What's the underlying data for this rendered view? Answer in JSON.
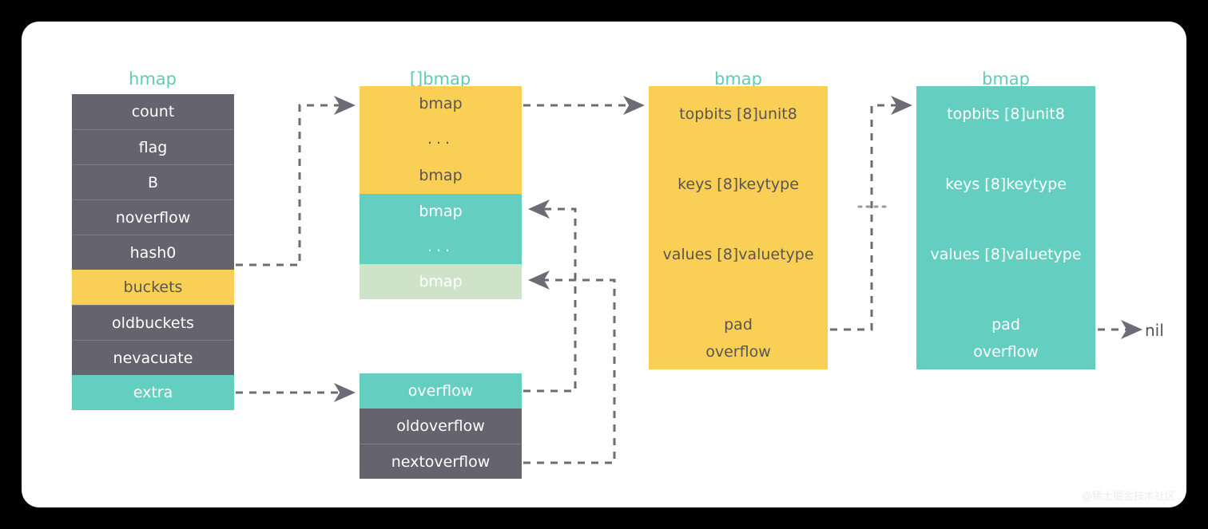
{
  "diagram": {
    "title_hmap": "hmap",
    "title_bmaparr": "[]bmap",
    "title_bmap1": "bmap",
    "title_bmap2": "bmap",
    "nil_label": "nil",
    "watermark": "@稀土掘金技术社区",
    "ellipsis": "...",
    "colors": {
      "gray": "#65636E",
      "yellow": "#FACF55",
      "teal": "#64CEC1",
      "light_green": "#CFE3C8",
      "label_teal": "#5ECCB8",
      "wire": "#6d6b75",
      "card_bg": "#FFFFFF",
      "page_bg": "#000000"
    },
    "hmap_fields": [
      {
        "label": "count",
        "color": "gray"
      },
      {
        "label": "flag",
        "color": "gray"
      },
      {
        "label": "B",
        "color": "gray"
      },
      {
        "label": "noverflow",
        "color": "gray"
      },
      {
        "label": "hash0",
        "color": "gray"
      },
      {
        "label": "buckets",
        "color": "yellow"
      },
      {
        "label": "oldbuckets",
        "color": "gray"
      },
      {
        "label": "nevacuate",
        "color": "gray"
      },
      {
        "label": "extra",
        "color": "teal"
      }
    ],
    "bmap_array": [
      {
        "label": "bmap",
        "color": "yellow"
      },
      {
        "label": "...",
        "color": "yellow"
      },
      {
        "label": "bmap",
        "color": "yellow"
      },
      {
        "label": "bmap",
        "color": "teal"
      },
      {
        "label": "...",
        "color": "teal"
      },
      {
        "label": "bmap",
        "color": "light_green"
      }
    ],
    "bmap_detail_yellow": [
      "topbits [8]unit8",
      "keys [8]keytype",
      "values [8]valuetype",
      "pad",
      "overflow"
    ],
    "bmap_detail_teal": [
      "topbits [8]unit8",
      "keys [8]keytype",
      "values [8]valuetype",
      "pad",
      "overflow"
    ],
    "extra_fields": [
      {
        "label": "overflow",
        "color": "teal"
      },
      {
        "label": "oldoverflow",
        "color": "gray"
      },
      {
        "label": "nextoverflow",
        "color": "gray"
      }
    ]
  }
}
